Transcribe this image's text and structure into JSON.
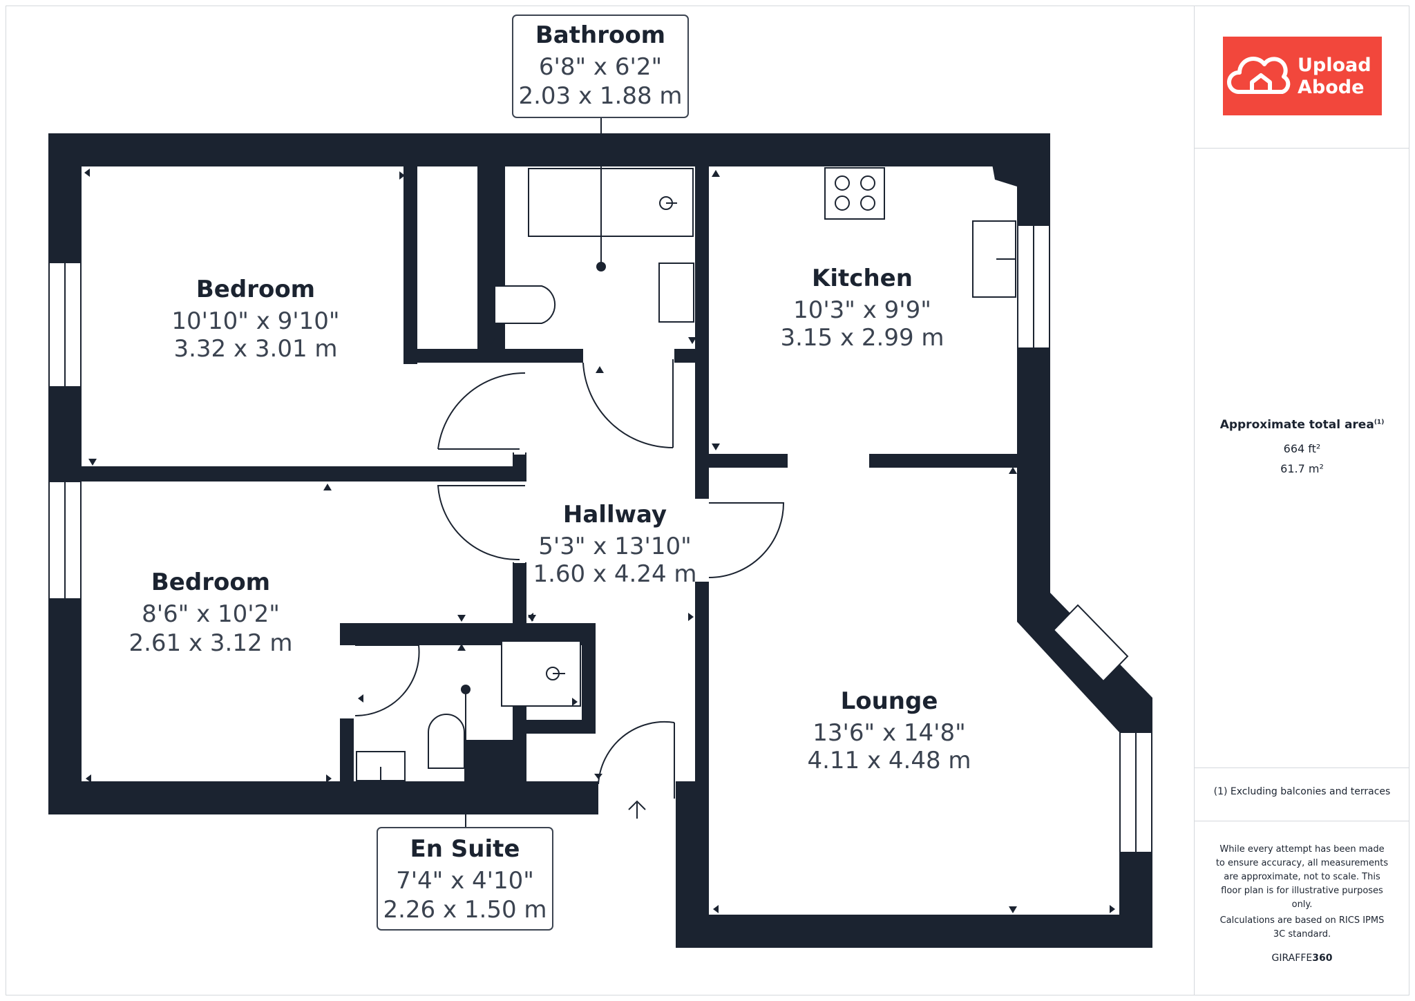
{
  "rooms": {
    "bathroom": {
      "name": "Bathroom",
      "imperial": "6'8\" x 6'2\"",
      "metric": "2.03 x 1.88 m"
    },
    "bedroom1": {
      "name": "Bedroom",
      "imperial": "10'10\" x 9'10\"",
      "metric": "3.32 x 3.01 m"
    },
    "kitchen": {
      "name": "Kitchen",
      "imperial": "10'3\" x 9'9\"",
      "metric": "3.15 x 2.99 m"
    },
    "hallway": {
      "name": "Hallway",
      "imperial": "5'3\" x 13'10\"",
      "metric": "1.60 x 4.24 m"
    },
    "bedroom2": {
      "name": "Bedroom",
      "imperial": "8'6\" x 10'2\"",
      "metric": "2.61 x 3.12 m"
    },
    "lounge": {
      "name": "Lounge",
      "imperial": "13'6\" x 14'8\"",
      "metric": "4.11 x 4.48 m"
    },
    "ensuite": {
      "name": "En Suite",
      "imperial": "7'4\" x 4'10\"",
      "metric": "2.26 x 1.50 m"
    }
  },
  "sidebar": {
    "logo_line1": "Upload",
    "logo_line2": "Abode",
    "area_label": "Approximate total area",
    "area_note_marker": "(1)",
    "area_ft": "664 ft²",
    "area_m": "61.7 m²",
    "footnote": "(1) Excluding balconies and terraces",
    "disclaimer": "While every attempt has been made to ensure accuracy, all measurements are approximate, not to scale. This floor plan is for illustrative purposes only.",
    "calculations": "Calculations are based on RICS IPMS 3C standard.",
    "brand_light": "GIRAFFE",
    "brand_bold": "360"
  },
  "colors": {
    "wall": "#1b2330",
    "accent": "#f2473c",
    "line": "#d4d8dc"
  }
}
